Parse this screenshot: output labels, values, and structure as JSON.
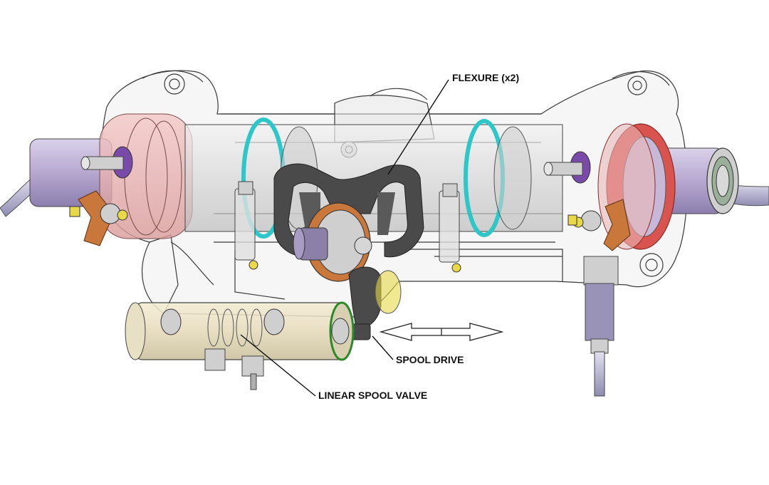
{
  "diagram": {
    "labels": {
      "flexure": "FLEXURE (x2)",
      "spool_drive": "SPOOL DRIVE",
      "linear_spool_valve": "LINEAR SPOOL VALVE"
    },
    "colors": {
      "housing_outline": "#3a3a3a",
      "shaft": "#b7a8d0",
      "seal_ring": "#2ec7c9",
      "gear_red": "#d9534f",
      "bracket_dark": "#4a4a4a",
      "lever_orange": "#c9773a",
      "valve_body": "#e4d9b8",
      "nut_yellow": "#e8d84a",
      "pipe": "#a9a6c7"
    }
  }
}
